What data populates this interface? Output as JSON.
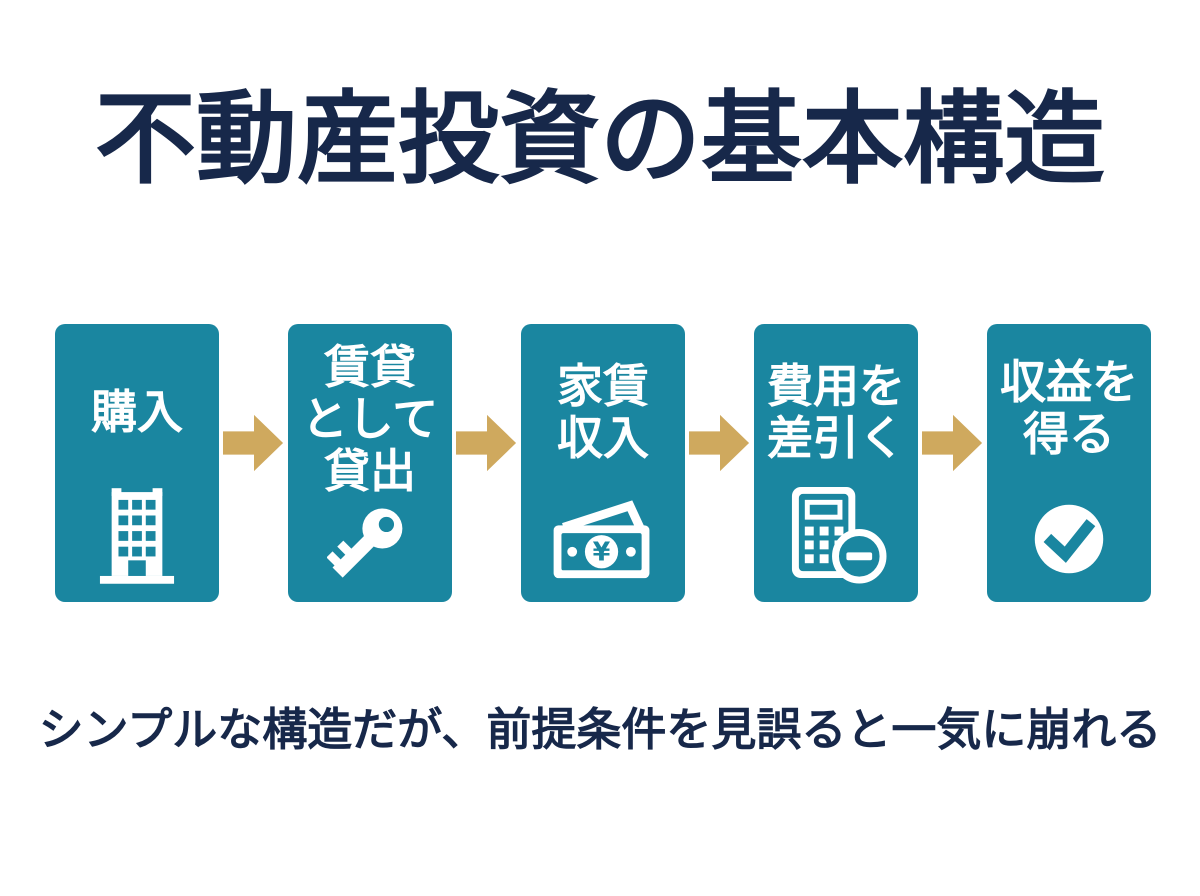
{
  "title": "不動産投資の基本構造",
  "footer": "シンプルな構造だが、前提条件を見誤ると一気に崩れる",
  "flow": {
    "direction": "left-to-right",
    "steps": [
      {
        "label": "購入",
        "icon": "building-icon"
      },
      {
        "label": "賃貸\nとして\n貸出",
        "icon": "key-icon"
      },
      {
        "label": "家賃\n収入",
        "icon": "yen-banknote-icon"
      },
      {
        "label": "費用を\n差引く",
        "icon": "calculator-minus-icon"
      },
      {
        "label": "収益を\n得る",
        "icon": "check-circle-icon"
      }
    ],
    "arrow_count": 4
  },
  "icons": {
    "yen_symbol": "¥"
  },
  "colors": {
    "background": "#ffffff",
    "box_teal": "#1a86a0",
    "arrow_gold": "#cfa95e",
    "heading_navy": "#17284a",
    "box_text_white": "#ffffff"
  }
}
